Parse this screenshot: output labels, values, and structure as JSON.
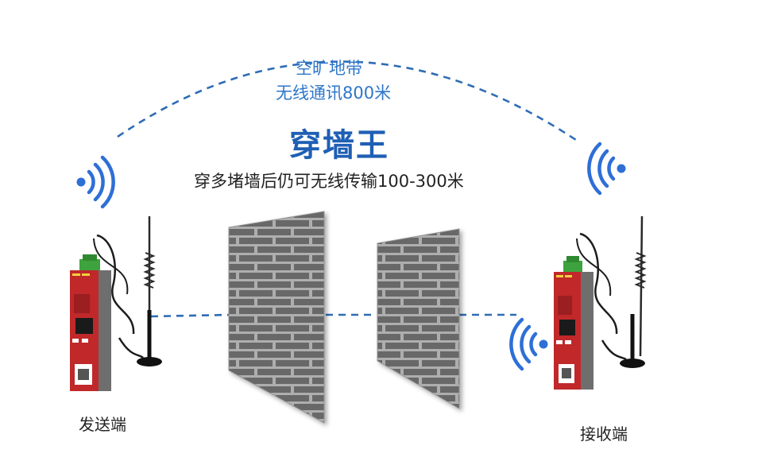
{
  "open_area": {
    "line1": "空旷地带",
    "line2": "无线通讯800米"
  },
  "wall_mode": {
    "title": "穿墙王",
    "subtitle": "穿多堵墙后仍可无线传输100-300米"
  },
  "devices": {
    "sender_label": "发送端",
    "receiver_label": "接收端"
  },
  "colors": {
    "link_blue": "#2f6cb5",
    "signal_blue": "#2e6fd6",
    "device_red": "#c0282a",
    "wall_gray": "#8a8a8a"
  },
  "icons": [
    "wifi-signal-icon",
    "antenna-icon",
    "brick-wall"
  ]
}
